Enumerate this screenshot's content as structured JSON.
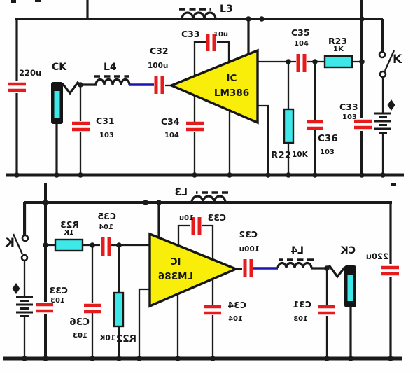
{
  "figure": {
    "kind": "circuit-schematic",
    "copies": [
      "original (top)",
      "horizontally mirrored duplicate (bottom)"
    ]
  },
  "colors": {
    "wire": "#1a1a1a",
    "capacitor": "#e61c1c",
    "resistor_body": "#3fe8e8",
    "ic_body": "#f8ee0a",
    "coupling_wire": "#1b16ae",
    "background": "#fefefe"
  },
  "components": {
    "cap_supply_left": {
      "value": "220u"
    },
    "mic": {
      "label": "CK"
    },
    "l4": {
      "label": "L4"
    },
    "c31": {
      "label": "C31",
      "value": "103"
    },
    "c32": {
      "label": "C32",
      "value": "100u"
    },
    "c33_feedback": {
      "label": "C33",
      "value": "10u"
    },
    "l3": {
      "label": "L3"
    },
    "c34": {
      "label": "C34",
      "value": "104"
    },
    "ic": {
      "designator": "IC",
      "part": "LM386"
    },
    "c35": {
      "label": "C35",
      "value": "104"
    },
    "r23": {
      "label": "R23",
      "value": "1K"
    },
    "r22": {
      "label": "R22",
      "value": "10K"
    },
    "c36": {
      "label": "C36",
      "value": "103"
    },
    "c33_supply": {
      "label": "C33",
      "value": "103"
    },
    "switch": {
      "label": "K"
    }
  }
}
